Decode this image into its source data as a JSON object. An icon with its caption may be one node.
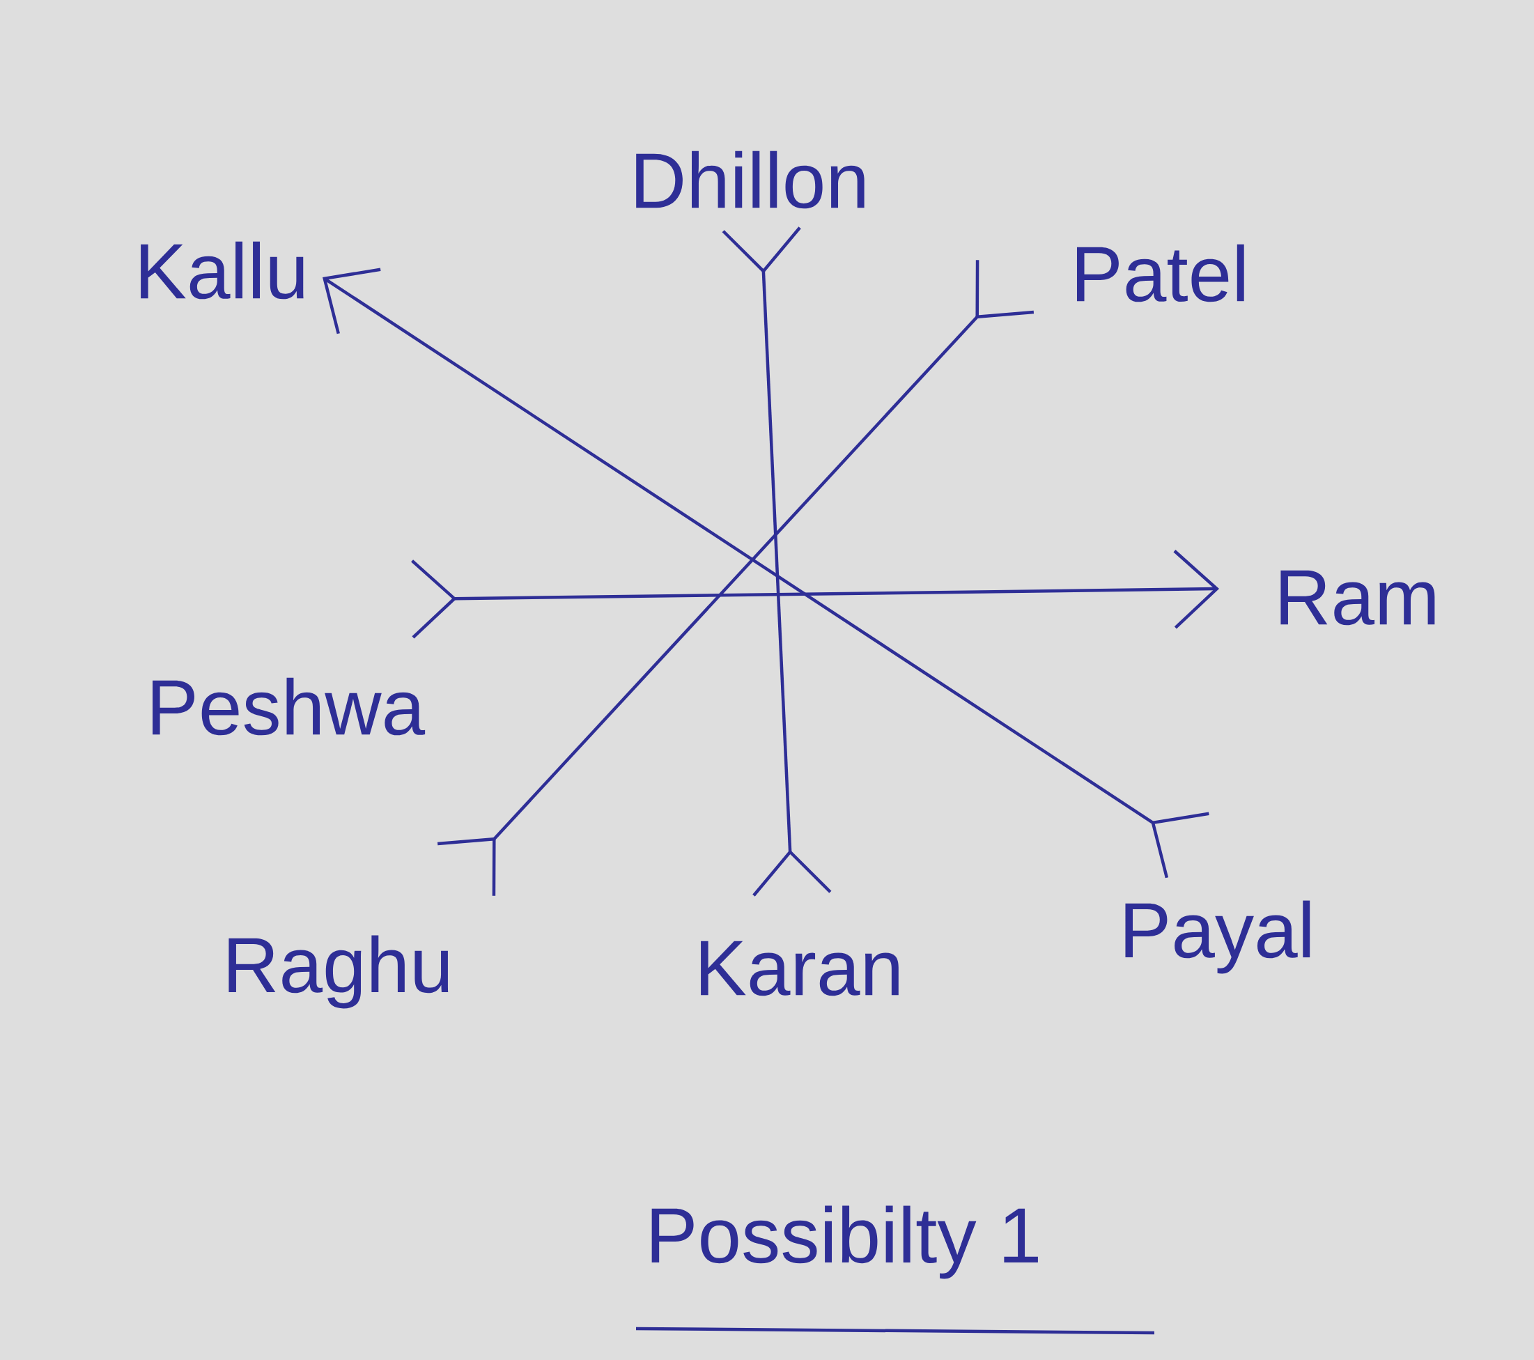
{
  "diagram": {
    "caption": "Possibilty 1",
    "nodes": [
      {
        "text": [
          "Kallu"
        ]
      },
      {
        "text": [
          "Dhillon"
        ]
      },
      {
        "text": [
          "Patel"
        ]
      },
      {
        "text": [
          "Peshwa"
        ]
      },
      {
        "text": [
          "Ram"
        ]
      },
      {
        "text": [
          "Raghu"
        ]
      },
      {
        "text": [
          "Karan"
        ]
      },
      {
        "text": [
          "Payal"
        ]
      }
    ],
    "edges": [
      {
        "from": 7,
        "to": 0,
        "arrow": "to"
      },
      {
        "from": 1,
        "to": 6,
        "arrow": "other"
      },
      {
        "from": 2,
        "to": 5,
        "arrow": "other"
      },
      {
        "from": 3,
        "to": 4,
        "arrow": "to"
      }
    ]
  }
}
